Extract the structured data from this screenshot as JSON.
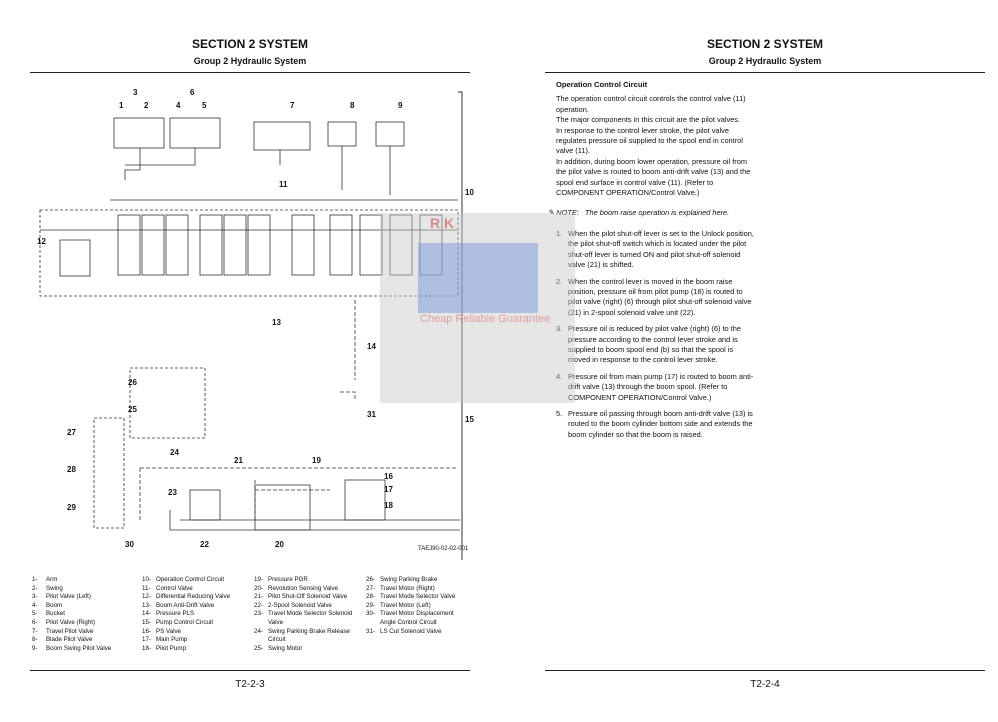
{
  "left": {
    "section": "SECTION 2 SYSTEM",
    "group": "Group 2 Hydraulic System",
    "page_number": "T2-2-3",
    "figure_id": "TAEJ90-02-02-001",
    "callouts": [
      "3",
      "1",
      "2",
      "6",
      "4",
      "5",
      "7",
      "8",
      "9",
      "11",
      "10",
      "12",
      "13",
      "14",
      "26",
      "25",
      "31",
      "15",
      "27",
      "24",
      "28",
      "21",
      "19",
      "16",
      "17",
      "23",
      "18",
      "29",
      "30",
      "22",
      "20"
    ],
    "legend": [
      [
        [
          "1-",
          "Arm"
        ],
        [
          "2-",
          "Swing"
        ],
        [
          "3-",
          "Pilot Valve (Left)"
        ],
        [
          "4-",
          "Boom"
        ],
        [
          "5-",
          "Bucket"
        ],
        [
          "6-",
          "Pilot Valve (Right)"
        ],
        [
          "7-",
          "Travel Pilot Valve"
        ],
        [
          "8-",
          "Blade Pilot Valve"
        ],
        [
          "9-",
          "Boom Swing Pilot Valve"
        ]
      ],
      [
        [
          "10-",
          "Operation Control Circuit"
        ],
        [
          "11-",
          "Control Valve"
        ],
        [
          "12-",
          "Differential Reducing Valve"
        ],
        [
          "13-",
          "Boom Anti-Drift Valve"
        ],
        [
          "14-",
          "Pressure PLS"
        ],
        [
          "15-",
          "Pump Control Circuit"
        ],
        [
          "16-",
          "PS Valve"
        ],
        [
          "17-",
          "Main Pump"
        ],
        [
          "18-",
          "Pilot Pump"
        ]
      ],
      [
        [
          "19-",
          "Pressure PGR"
        ],
        [
          "20-",
          "Revolution Sensing Valve"
        ],
        [
          "21-",
          "Pilot Shut-Off Solenoid Valve"
        ],
        [
          "22-",
          "2-Spool Solenoid Valve"
        ],
        [
          "23-",
          "Travel Mode Selector Solenoid Valve"
        ],
        [
          "24-",
          "Swing Parking Brake Release Circuit"
        ],
        [
          "25-",
          "Swing Motor"
        ]
      ],
      [
        [
          "26-",
          "Swing Parking Brake"
        ],
        [
          "27-",
          "Travel Motor (Right)"
        ],
        [
          "28-",
          "Travel Mode Selector Valve"
        ],
        [
          "29-",
          "Travel Motor (Left)"
        ],
        [
          "30-",
          "Travel Motor Displacement Angle Control Circuit"
        ],
        [
          "31-",
          "LS Cut Solenoid Valve"
        ]
      ]
    ]
  },
  "right": {
    "section": "SECTION 2 SYSTEM",
    "group": "Group 2 Hydraulic System",
    "page_number": "T2-2-4",
    "heading": "Operation Control Circuit",
    "paragraphs": [
      "The operation control circuit controls the control valve (11) operation.",
      "The major components in this circuit are the pilot valves.",
      "In response to the control lever stroke, the pilot valve regulates pressure oil supplied to the spool end in control valve (11).",
      "In addition, during boom lower operation, pressure oil from the pilot valve is routed to boom anti-drift valve (13) and the spool end surface in control valve (11). (Refer to COMPONENT OPERATION/Control Valve.)"
    ],
    "note_label": "NOTE:",
    "note_text": "The boom raise operation is explained here.",
    "steps": [
      [
        "1.",
        "When the pilot shut-off lever is set to the Unlock position, the pilot shut-off switch which is located under the pilot shut-off lever is turned ON and pilot shut-off solenoid valve (21) is shifted."
      ],
      [
        "2.",
        "When the control lever is moved in the boom raise position, pressure oil from pilot pump (18) is routed to pilot valve (right) (6) through pilot shut-off solenoid valve (21) in 2-spool solenoid valve unit (22)."
      ],
      [
        "3.",
        "Pressure oil is reduced by pilot valve (right) (6) to the pressure according to the control lever stroke and is supplied to boom spool end (b) so that the spool is moved in response to the control lever stroke."
      ],
      [
        "4.",
        "Pressure oil from main pump (17) is routed to boom anti-drift valve (13) through the boom spool. (Refer to COMPONENT OPERATION/Control Valve.)"
      ],
      [
        "5.",
        "Pressure oil passing through boom anti-drift valve (13) is routed to the boom cylinder bottom side and extends the boom cylinder so that the boom is raised."
      ]
    ],
    "watermark": {
      "mark": "R K",
      "slogan": "Cheap Reliable Guarantee"
    }
  }
}
